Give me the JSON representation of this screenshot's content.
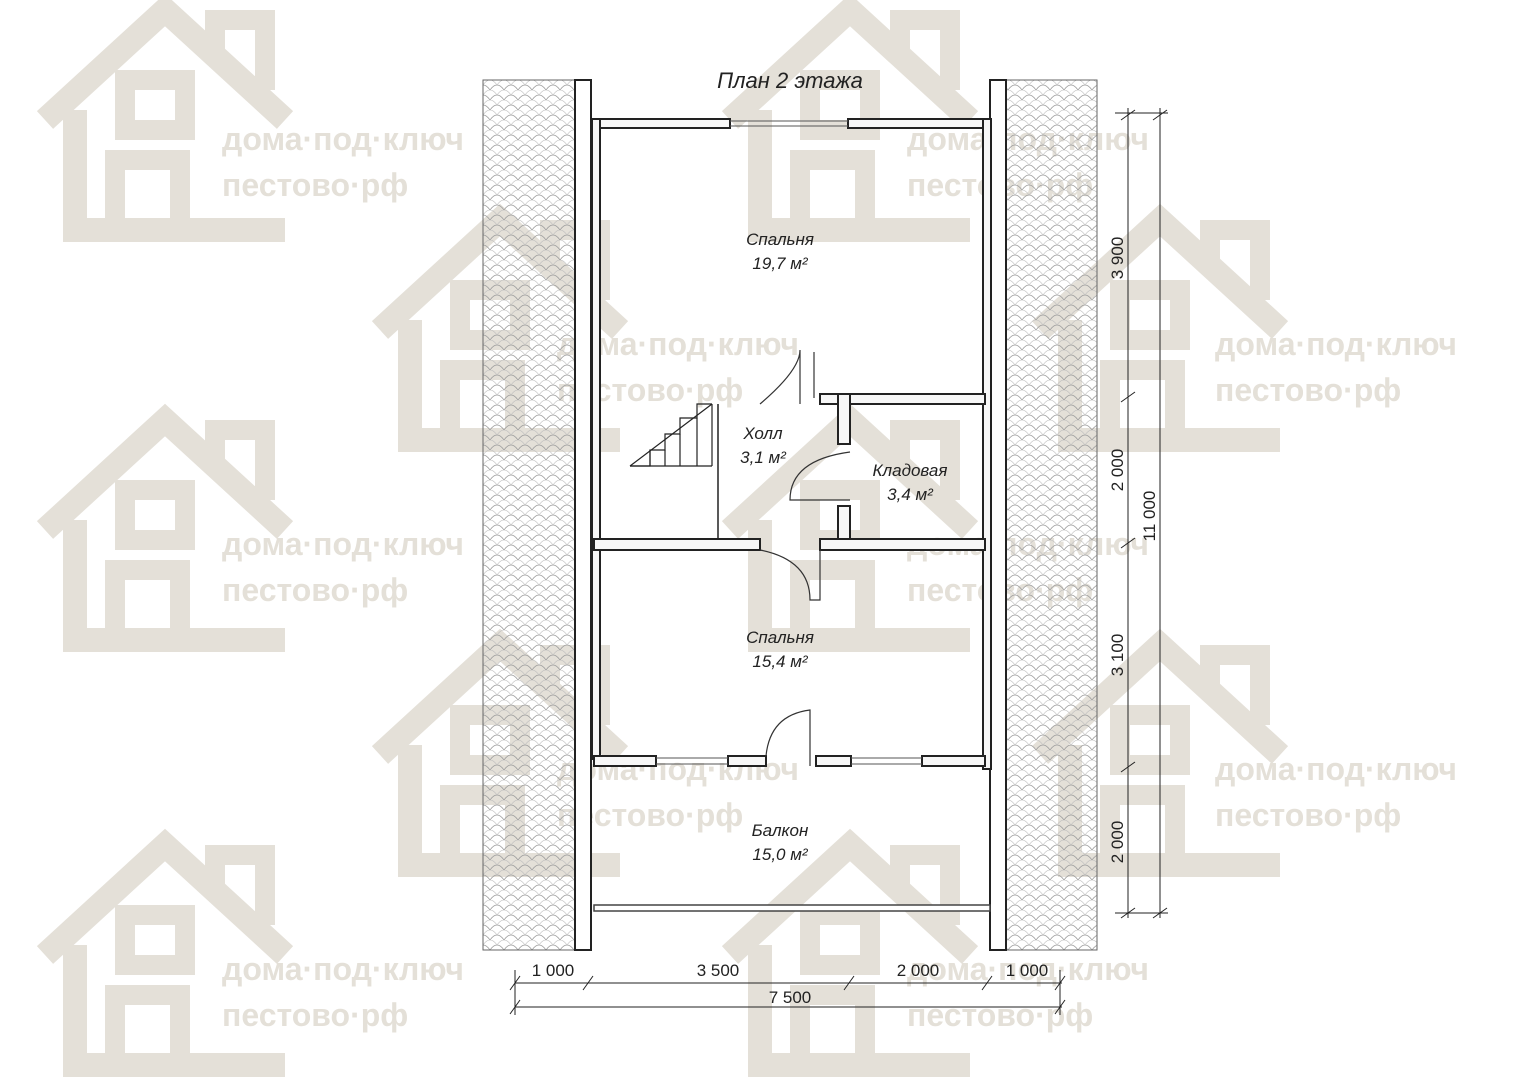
{
  "plan_title": "План 2 этажа",
  "watermark": {
    "line1": "дома·под·ключ",
    "line2": "пестово·рф"
  },
  "rooms": [
    {
      "key": "bedroom_1",
      "name": "Спальня",
      "area": "19,7 м²"
    },
    {
      "key": "hall",
      "name": "Холл",
      "area": "3,1 м²"
    },
    {
      "key": "storage",
      "name": "Кладовая",
      "area": "3,4 м²"
    },
    {
      "key": "bedroom_2",
      "name": "Спальня",
      "area": "15,4 м²"
    },
    {
      "key": "balcony",
      "name": "Балкон",
      "area": "15,0 м²"
    }
  ],
  "dimensions": {
    "horizontal": [
      "1 000",
      "3 500",
      "2 000",
      "1 000"
    ],
    "horizontal_total": "7 500",
    "vertical": [
      "3 900",
      "2 000",
      "3 100",
      "2 000"
    ],
    "vertical_total": "11 000"
  },
  "colors": {
    "watermark": "#e4e0d8",
    "line": "#222222",
    "roof_tile": "#9a9a9a"
  }
}
